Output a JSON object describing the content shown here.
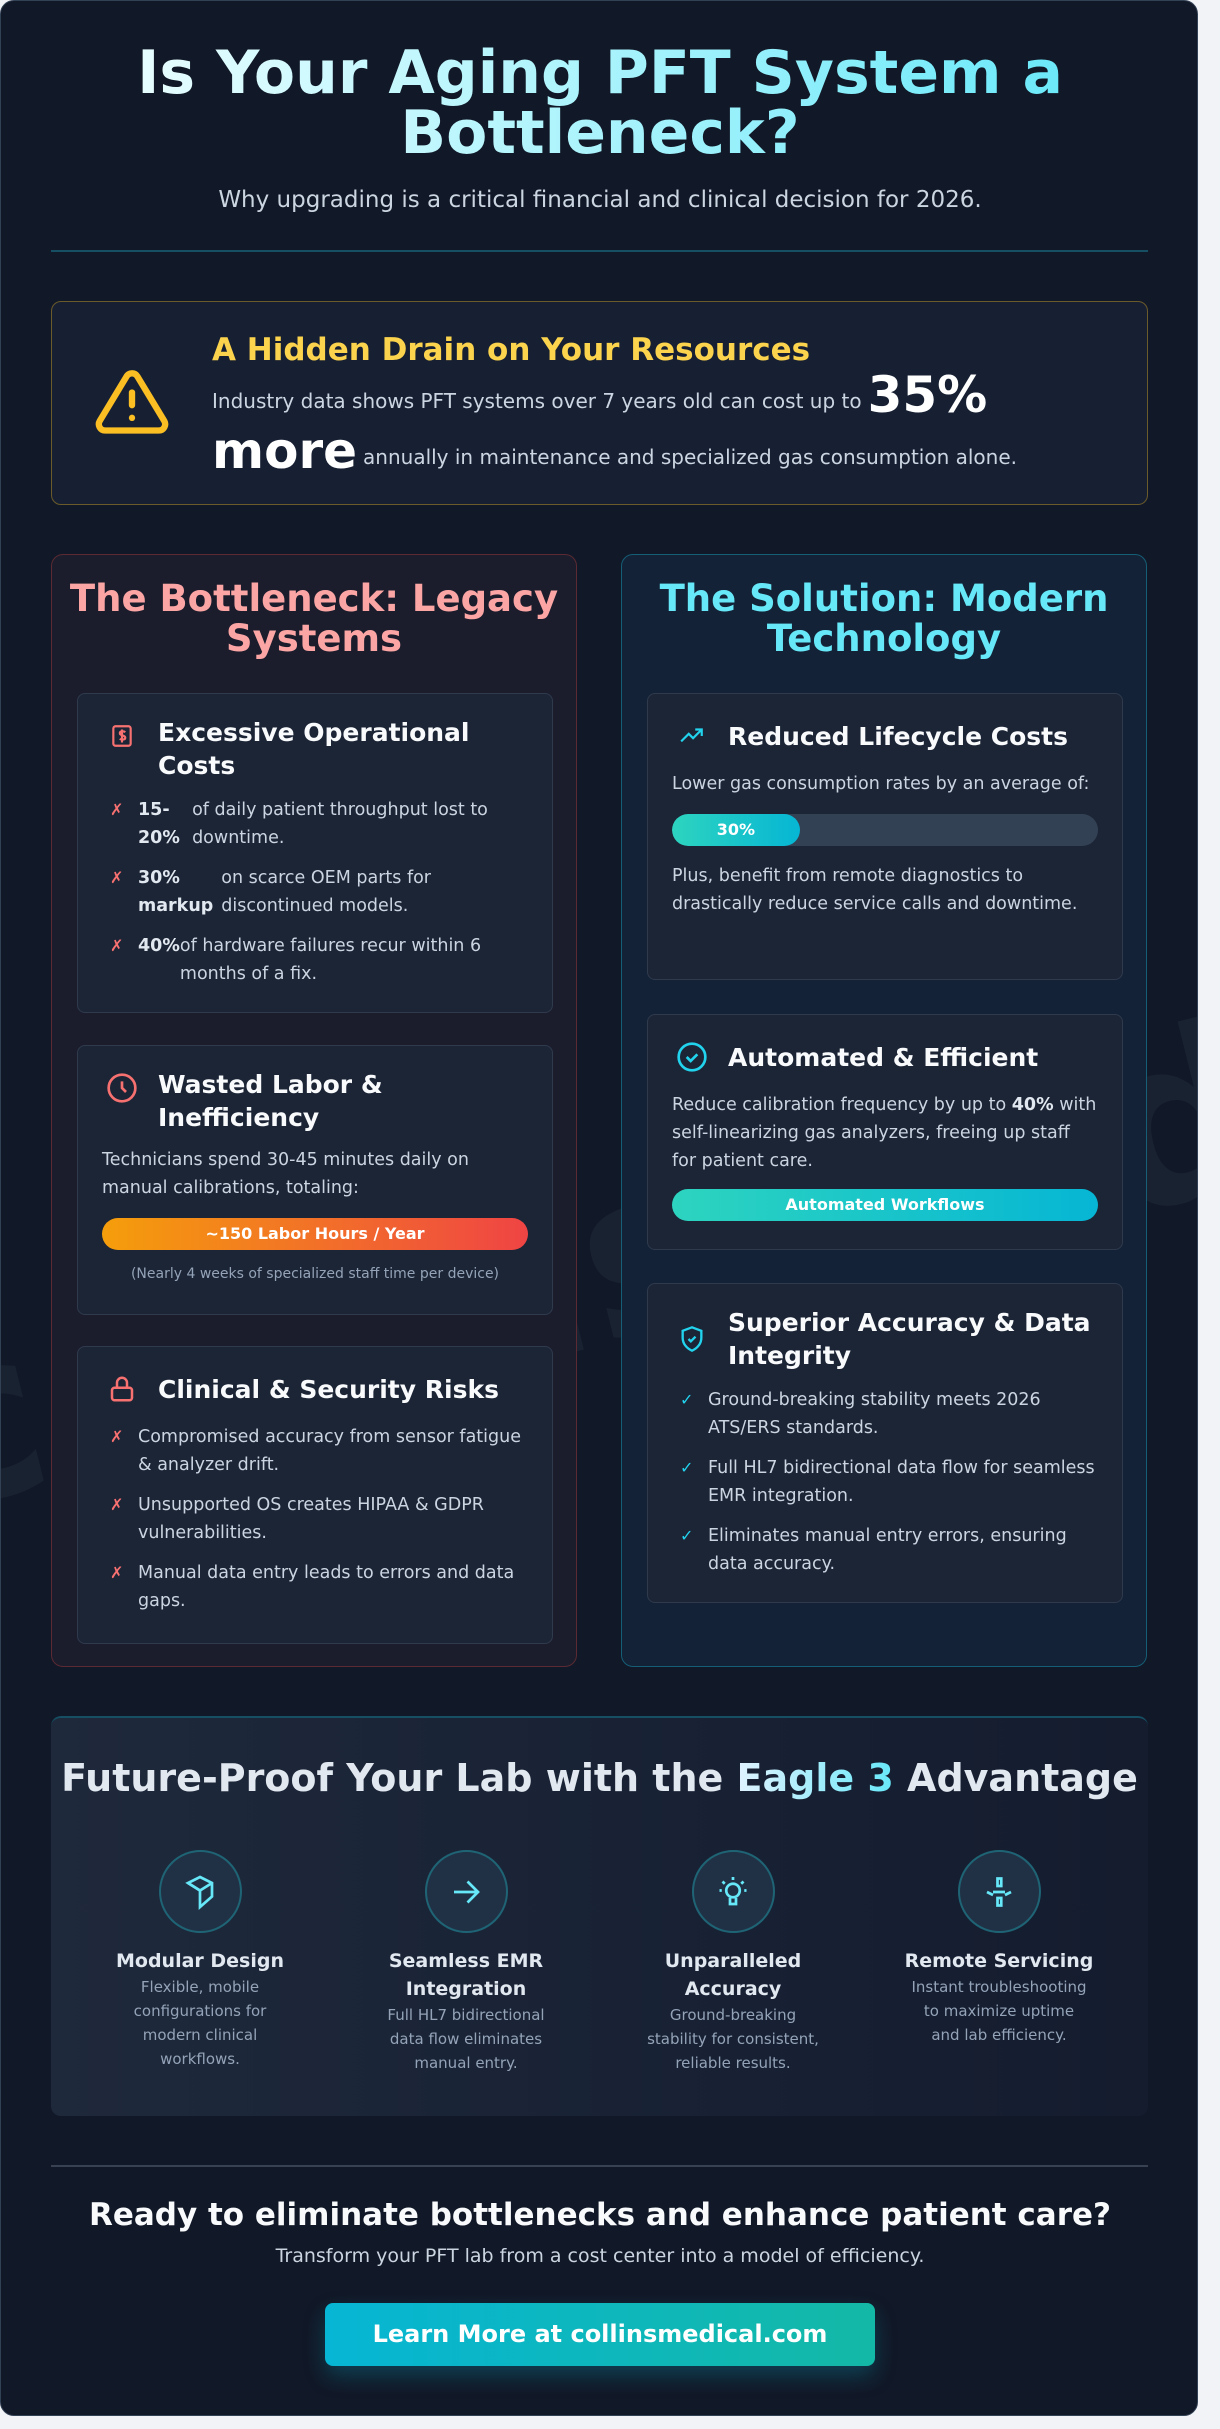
{
  "watermark": "collinsmedical",
  "header": {
    "title": "Is Your Aging PFT System a Bottleneck?",
    "subtitle": "Why upgrading is a critical financial and clinical decision for 2026."
  },
  "alert": {
    "icon": "warning-triangle-icon",
    "title": "A Hidden Drain on Your Resources",
    "text_before": "Industry data shows PFT systems over 7 years old can cost up to",
    "highlight": "35% more",
    "text_after": "annually in maintenance and specialized gas consumption alone."
  },
  "bottleneck": {
    "title": "The Bottleneck: Legacy Systems",
    "costs": {
      "icon": "dollar-receipt-icon",
      "title": "Excessive Operational Costs",
      "items": [
        {
          "bold": "15-20%",
          "text": "of daily patient throughput lost to downtime."
        },
        {
          "bold": "30% markup",
          "text": "on scarce OEM parts for discontinued models."
        },
        {
          "bold": "40%",
          "text": "of hardware failures recur within 6 months of a fix."
        }
      ]
    },
    "labor": {
      "icon": "clock-icon",
      "title": "Wasted Labor & Inefficiency",
      "text": "Technicians spend 30-45 minutes daily on manual calibrations, totaling:",
      "bar_label": "~150 Labor Hours / Year",
      "note": "(Nearly 4 weeks of specialized staff time per device)"
    },
    "risks": {
      "icon": "lock-icon",
      "title": "Clinical & Security Risks",
      "items": [
        "Compromised accuracy from sensor fatigue & analyzer drift.",
        "Unsupported OS creates HIPAA & GDPR vulnerabilities.",
        "Manual data entry leads to errors and data gaps."
      ]
    }
  },
  "solution": {
    "title": "The Solution: Modern Technology",
    "lifecycle": {
      "icon": "trending-up-icon",
      "title": "Reduced Lifecycle Costs",
      "text": "Lower gas consumption rates by an average of:",
      "progress_label": "30%",
      "progress_value": 30,
      "text2": "Plus, benefit from remote diagnostics to drastically reduce service calls and downtime."
    },
    "automated": {
      "icon": "check-circle-icon",
      "title": "Automated & Efficient",
      "text_before": "Reduce calibration frequency by up to",
      "bold": "40%",
      "text_after": "with self-linearizing gas analyzers, freeing up staff for patient care.",
      "bar_label": "Automated Workflows"
    },
    "accuracy": {
      "icon": "shield-check-icon",
      "title": "Superior Accuracy & Data Integrity",
      "items": [
        "Ground-breaking stability meets 2026 ATS/ERS standards.",
        "Full HL7 bidirectional data flow for seamless EMR integration.",
        "Eliminates manual entry errors, ensuring data accuracy."
      ]
    }
  },
  "future": {
    "title_before": "Future-Proof Your Lab with the",
    "title_highlight": "Eagle 3",
    "title_after": "Advantage",
    "features": [
      {
        "icon": "cube-icon",
        "title": "Modular Design",
        "text": "Flexible, mobile configurations for modern clinical workflows."
      },
      {
        "icon": "arrow-right-icon",
        "title": "Seamless EMR Integration",
        "text": "Full HL7 bidirectional data flow eliminates manual entry."
      },
      {
        "icon": "lightbulb-icon",
        "title": "Unparalleled Accuracy",
        "text": "Ground-breaking stability for consistent, reliable results."
      },
      {
        "icon": "remote-connect-icon",
        "title": "Remote Servicing",
        "text": "Instant troubleshooting to maximize uptime and lab efficiency."
      }
    ]
  },
  "cta": {
    "title": "Ready to eliminate bottlenecks and enhance patient care?",
    "subtitle": "Transform your PFT lab from a cost center into a model of efficiency.",
    "button": "Learn More at collinsmedical.com"
  },
  "colors": {
    "accent": "#22d3ee",
    "danger": "#f87171",
    "warning": "#fcd34d",
    "background": "#111827"
  }
}
